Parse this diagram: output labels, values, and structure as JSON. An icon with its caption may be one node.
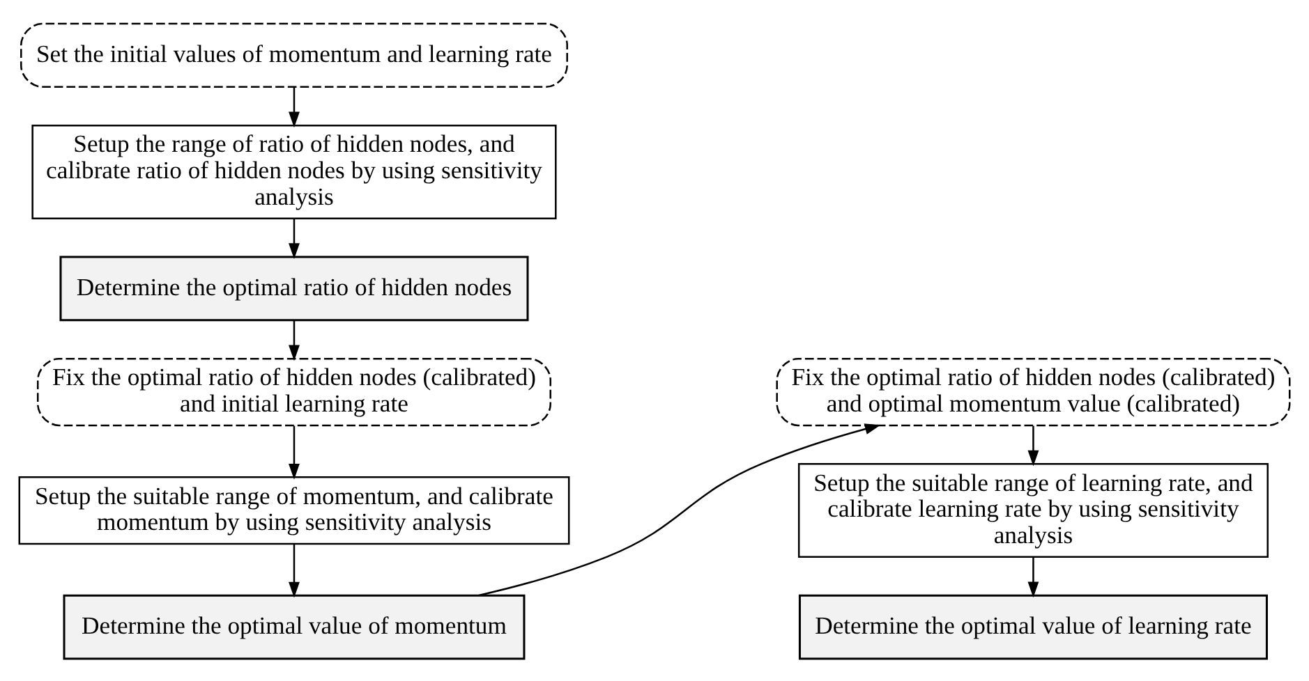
{
  "diagram": {
    "nodes": [
      {
        "text": [
          "Set the initial values of momentum and learning rate"
        ]
      },
      {
        "text": [
          "Setup the range of ratio of hidden nodes, and calibrate ratio of hidden nodes by using sensitivity analysis"
        ]
      },
      {
        "text": [
          "Determine the optimal ratio of hidden nodes"
        ]
      },
      {
        "text": [
          "Fix the optimal ratio of hidden nodes (calibrated) and initial learning rate"
        ]
      },
      {
        "text": [
          "Setup the suitable range of momentum, and calibrate momentum by using sensitivity analysis"
        ]
      },
      {
        "text": [
          "Determine the optimal value of momentum"
        ]
      },
      {
        "text": [
          "Fix the optimal ratio of hidden nodes (calibrated) and optimal momentum value (calibrated)"
        ]
      },
      {
        "text": [
          "Setup the suitable range of learning rate, and calibrate learning rate by using sensitivity analysis"
        ]
      },
      {
        "text": [
          "Determine the optimal value of learning rate"
        ]
      }
    ],
    "edges": [
      {
        "from": 0,
        "to": 1,
        "arrow": "to"
      },
      {
        "from": 1,
        "to": 2,
        "arrow": "to"
      },
      {
        "from": 2,
        "to": 3,
        "arrow": "to"
      },
      {
        "from": 3,
        "to": 4,
        "arrow": "to"
      },
      {
        "from": 4,
        "to": 5,
        "arrow": "to"
      },
      {
        "from": 5,
        "to": 6,
        "arrow": "to"
      },
      {
        "from": 6,
        "to": 7,
        "arrow": "to"
      },
      {
        "from": 7,
        "to": 8,
        "arrow": "to"
      }
    ]
  }
}
